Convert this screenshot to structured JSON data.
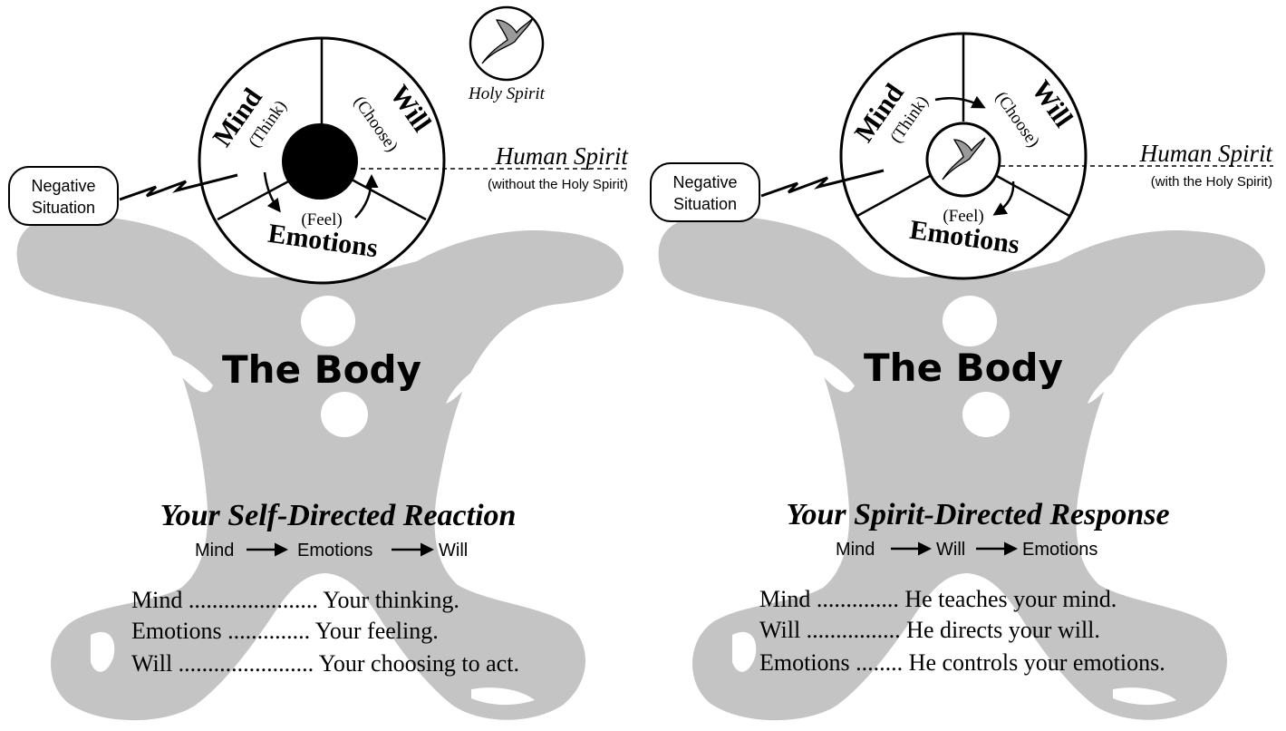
{
  "left": {
    "wheel": {
      "mind": "Mind",
      "mind_sub": "(Think)",
      "will": "Will",
      "will_sub": "(Choose)",
      "emotions": "Emotions",
      "emotions_sub": "(Feel)"
    },
    "negative_situation": [
      "Negative",
      "Situation"
    ],
    "human_spirit": "Human Spirit",
    "human_spirit_sub": "(without the Holy Spirit)",
    "holy_spirit_label": "Holy Spirit",
    "body_label": "The Body",
    "caption": "Your Self-Directed Reaction",
    "flow": [
      "Mind",
      "Emotions",
      "Will"
    ],
    "definitions": [
      {
        "term": "Mind",
        "dots": " ......................",
        "meaning": " Your thinking."
      },
      {
        "term": "Emotions",
        "dots": " ..............",
        "meaning": " Your feeling."
      },
      {
        "term": "Will",
        "dots": " .......................",
        "meaning": " Your choosing to act."
      }
    ]
  },
  "right": {
    "wheel": {
      "mind": "Mind",
      "mind_sub": "(Think)",
      "will": "Will",
      "will_sub": "(Choose)",
      "emotions": "Emotions",
      "emotions_sub": "(Feel)"
    },
    "negative_situation": [
      "Negative",
      "Situation"
    ],
    "human_spirit": "Human Spirit",
    "human_spirit_sub": "(with the Holy Spirit)",
    "body_label": "The Body",
    "caption": "Your Spirit-Directed Response",
    "flow": [
      "Mind",
      "Will",
      "Emotions"
    ],
    "definitions": [
      {
        "term": "Mind",
        "dots": " ..............",
        "meaning": " He teaches your mind."
      },
      {
        "term": "Will",
        "dots": " ................",
        "meaning": " He directs your will."
      },
      {
        "term": "Emotions",
        "dots": " ........",
        "meaning": " He controls your emotions."
      }
    ]
  },
  "colors": {
    "body": "#c4c4c4",
    "ink": "#000000",
    "paper": "#ffffff"
  },
  "icons": [
    "dove-icon",
    "lightning-bolt-icon",
    "arrow-right-icon"
  ]
}
